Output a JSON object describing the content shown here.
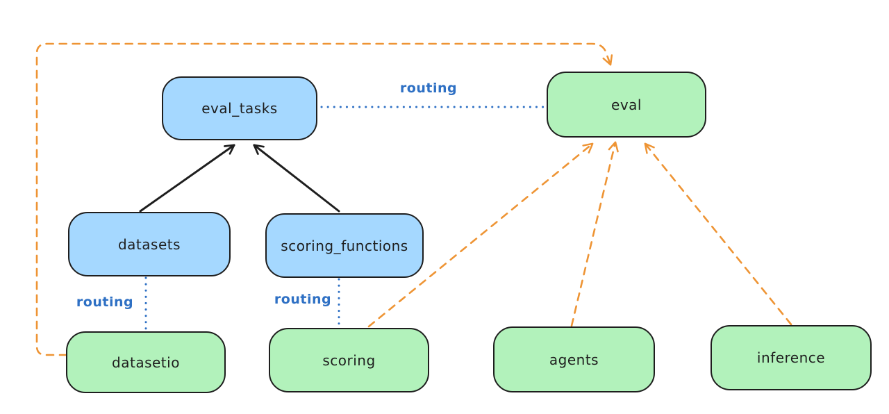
{
  "diagram": {
    "nodes": {
      "eval_tasks": {
        "label": "eval_tasks",
        "fill": "blue"
      },
      "eval": {
        "label": "eval",
        "fill": "green"
      },
      "datasets": {
        "label": "datasets",
        "fill": "blue"
      },
      "scoring_functions": {
        "label": "scoring_functions",
        "fill": "blue"
      },
      "datasetio": {
        "label": "datasetio",
        "fill": "green"
      },
      "scoring": {
        "label": "scoring",
        "fill": "green"
      },
      "agents": {
        "label": "agents",
        "fill": "green"
      },
      "inference": {
        "label": "inference",
        "fill": "green"
      }
    },
    "edge_labels": {
      "eval_tasks_eval": "routing",
      "datasets_datasetio": "routing",
      "scoring_functions_scoring": "routing"
    },
    "edges": [
      {
        "from": "datasets",
        "to": "eval_tasks",
        "style": "solid-arrow",
        "color": "black"
      },
      {
        "from": "scoring_functions",
        "to": "eval_tasks",
        "style": "solid-arrow",
        "color": "black"
      },
      {
        "from": "eval_tasks",
        "to": "eval",
        "style": "dotted-line",
        "color": "blue",
        "label": "routing"
      },
      {
        "from": "datasets",
        "to": "datasetio",
        "style": "dotted-line",
        "color": "blue",
        "label": "routing"
      },
      {
        "from": "scoring_functions",
        "to": "scoring",
        "style": "dotted-line",
        "color": "blue",
        "label": "routing"
      },
      {
        "from": "datasetio",
        "to": "eval",
        "style": "dashed-arrow",
        "color": "orange",
        "route": "loop-around-top-left"
      },
      {
        "from": "scoring",
        "to": "eval",
        "style": "dashed-arrow",
        "color": "orange"
      },
      {
        "from": "agents",
        "to": "eval",
        "style": "dashed-arrow",
        "color": "orange"
      },
      {
        "from": "inference",
        "to": "eval",
        "style": "dashed-arrow",
        "color": "orange"
      }
    ],
    "colors": {
      "node_blue_fill": "#a5d8ff",
      "node_green_fill": "#b2f2bb",
      "stroke_black": "#1e1e1e",
      "routing_blue": "#2e70c4",
      "arrow_orange": "#ee9434",
      "background": "#ffffff"
    }
  }
}
